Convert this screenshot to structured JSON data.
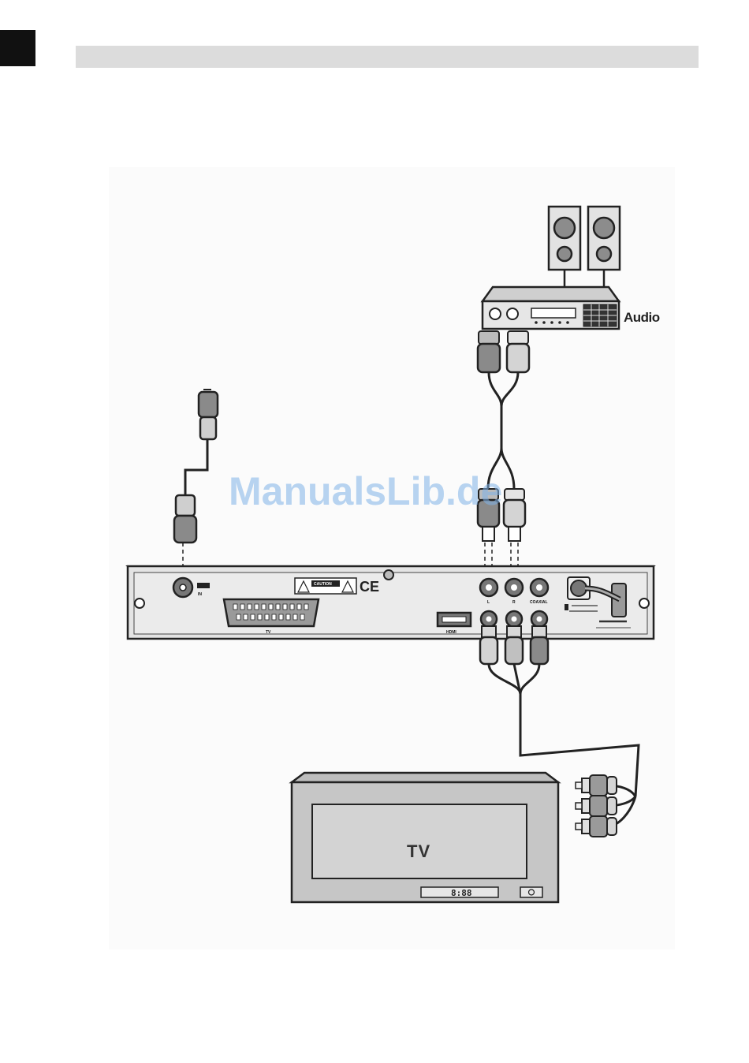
{
  "labels": {
    "audio": "Audio",
    "tv": "TV",
    "tv_clock": "8:88",
    "antenna_port": "IN",
    "scart": "TV",
    "hdmi": "HDMI",
    "caution": "CAUTION",
    "ce_mark": "CE",
    "coaxial": "COAXIAL",
    "audio_left": "L",
    "audio_right": "R"
  },
  "watermark": "ManualsLib.de",
  "colors": {
    "line": "#222222",
    "device_fill": "#e2e2e2",
    "device_dark": "#b8b8b8",
    "panel_bg": "#fbfbfb",
    "watermark": "#7fb3e8"
  }
}
